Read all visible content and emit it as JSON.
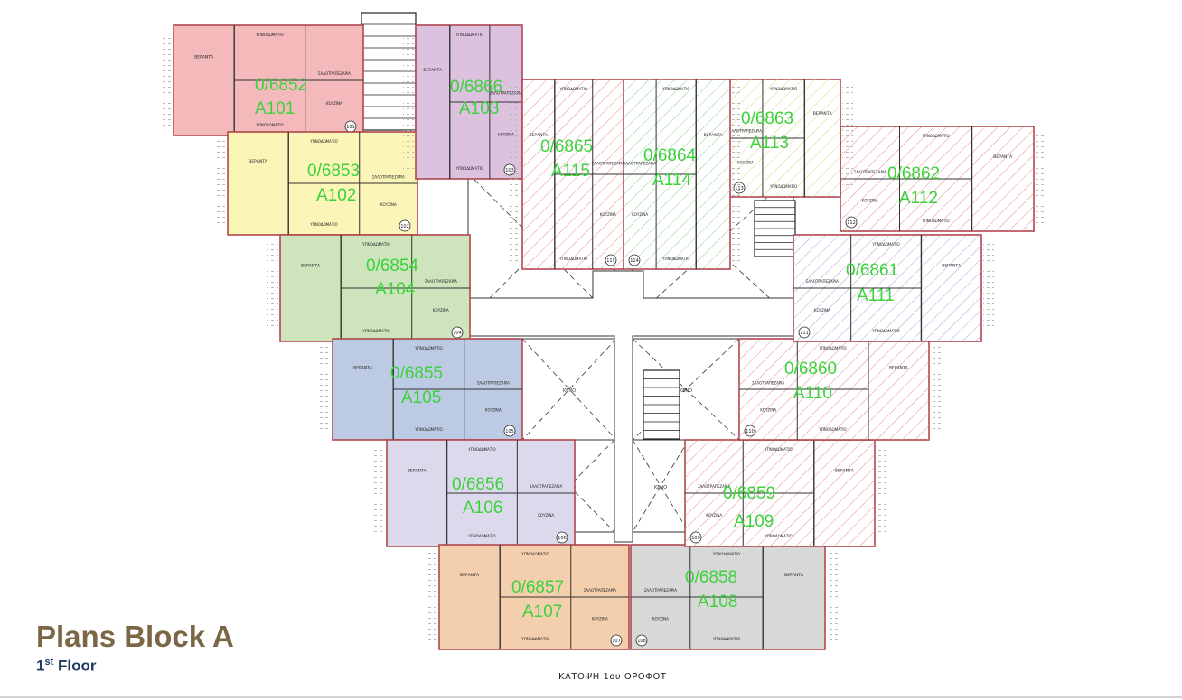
{
  "title": "Plans Block A",
  "floor": {
    "number": "1",
    "suffix": "st",
    "word": "Floor"
  },
  "caption": "ΚΑΤΟΨΗ 1ου ΟΡΟΦΟΤ",
  "colors": {
    "title": "#7b6746",
    "subtitle": "#1f3b63",
    "unit_label": "#3cd23c",
    "border": "#b0474e"
  },
  "units": [
    {
      "code": "A101",
      "ref": "0/6852",
      "num": "101",
      "fill": "#f3b9bb"
    },
    {
      "code": "A102",
      "ref": "0/6853",
      "num": "102",
      "fill": "#fbf6b8"
    },
    {
      "code": "A103",
      "ref": "0/6866",
      "num": "103",
      "fill": "#dcc2df"
    },
    {
      "code": "A104",
      "ref": "0/6854",
      "num": "104",
      "fill": "#cde4bd"
    },
    {
      "code": "A105",
      "ref": "0/6855",
      "num": "105",
      "fill": "#bccbe3"
    },
    {
      "code": "A106",
      "ref": "0/6856",
      "num": "106",
      "fill": "#ddd9ec"
    },
    {
      "code": "A107",
      "ref": "0/6857",
      "num": "107",
      "fill": "#f4cfae"
    },
    {
      "code": "A108",
      "ref": "0/6858",
      "num": "108",
      "fill": "#d8d8d8"
    },
    {
      "code": "A109",
      "ref": "0/6859",
      "num": "109",
      "fill": "#ffffff"
    },
    {
      "code": "A110",
      "ref": "0/6860",
      "num": "110",
      "fill": "#ffffff"
    },
    {
      "code": "A111",
      "ref": "0/6861",
      "num": "111",
      "fill": "#ffffff"
    },
    {
      "code": "A112",
      "ref": "0/6862",
      "num": "112",
      "fill": "#ffffff"
    },
    {
      "code": "A113",
      "ref": "0/6863",
      "num": "113",
      "fill": "#ffffff"
    },
    {
      "code": "A114",
      "ref": "0/6864",
      "num": "114",
      "fill": "#ffffff"
    },
    {
      "code": "A115",
      "ref": "0/6865",
      "num": "115",
      "fill": "#ffffff"
    }
  ],
  "room_labels": {
    "veranda": "ΒΕΡΑΝΤΑ",
    "bedroom": "ΥΠΝΟΔΩΜΑΤΙΟ",
    "living": "ΣΑΛΟΤΡΑΠΕΖΑΡΙΑ",
    "kitchen": "ΚΟΥΖΙΝΑ",
    "void": "ΚΕΝΟ"
  }
}
